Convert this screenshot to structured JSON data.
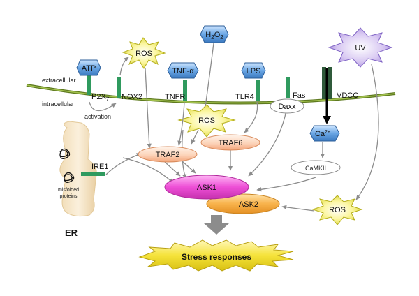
{
  "diagram": {
    "membrane": {
      "extracellular": "extracellular",
      "intracellular": "intracellular"
    },
    "receptors": {
      "p2x7_base": "P2X",
      "p2x7_sub": "7",
      "nox2": "NOX2",
      "tnfr": "TNFR",
      "tlr4": "TLR4",
      "fas": "Fas",
      "vdcc": "VDCC"
    },
    "activation": "activation",
    "ligands": {
      "atp": "ATP",
      "tnf": "TNF-α",
      "lps": "LPS",
      "h2o2_a": "H",
      "h2o2_b": "2",
      "h2o2_c": "O",
      "h2o2_d": "2",
      "uv": "UV",
      "ca_base": "Ca",
      "ca_sup": "2+"
    },
    "ros": {
      "top": "ROS",
      "middle": "ROS",
      "right": "ROS"
    },
    "adaptors": {
      "daxx": "Daxx",
      "traf2": "TRAF2",
      "traf6": "TRAF6",
      "camkii": "CaMKII"
    },
    "kinases": {
      "ask1": "ASK1",
      "ask2": "ASK2"
    },
    "er": {
      "label": "ER",
      "ire1": "IRE1",
      "misfolded_1": "misfolded",
      "misfolded_2": "proteins"
    },
    "output": "Stress responses"
  }
}
